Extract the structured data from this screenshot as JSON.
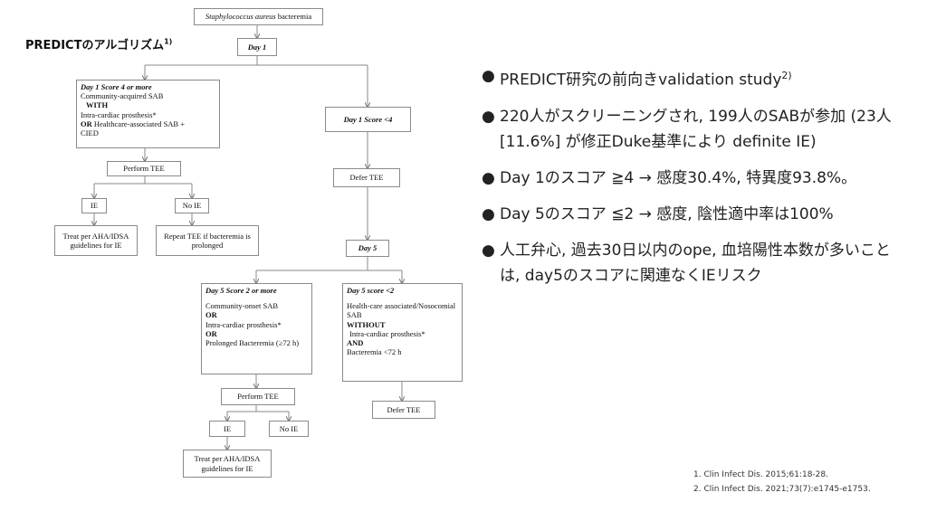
{
  "slide": {
    "title": "PREDICTのアルゴリズム",
    "title_sup": "1)"
  },
  "flow": {
    "start_italic": "Staphylococcus aureus",
    "start_rest": " bacteremia",
    "day1": "Day 1",
    "d1_high": {
      "heading": "Day 1 Score 4 or more",
      "l1": "Community-acquired SAB",
      "l2": "WITH",
      "l3": "Intra-cardiac prosthesis*",
      "l4_bold": "OR",
      "l4_rest": " Healthcare-associated SAB +",
      "l5": "CIED"
    },
    "d1_low": "Day 1 Score <4",
    "perform_tee_1": "Perform TEE",
    "ie_1": "IE",
    "no_ie_1": "No IE",
    "treat_1": "Treat per AHA/IDSA guidelines for IE",
    "repeat_tee": "Repeat TEE if bacteremia is prolonged",
    "defer_tee_1": "Defer TEE",
    "day5": "Day 5",
    "d5_high": {
      "heading": "Day 5 Score 2 or more",
      "l1": "Community-onset SAB",
      "l2": "OR",
      "l3": "Intra-cardiac prosthesis*",
      "l4": "OR",
      "l5": "Prolonged Bacteremia (≥72 h)"
    },
    "d5_low": {
      "heading": "Day 5 score <2",
      "l1": "Health-care associated/Nosocomial SAB",
      "l2": "WITHOUT",
      "l3": "Intra-cardiac prosthesis*",
      "l4": "AND",
      "l5": "Bacteremia <72 h"
    },
    "perform_tee_2": "Perform TEE",
    "ie_2": "IE",
    "no_ie_2": "No IE",
    "treat_2": "Treat per AHA/IDSA guidelines for IE",
    "defer_tee_2": "Defer TEE"
  },
  "bullets": [
    {
      "text": "PREDICT研究の前向きvalidation study",
      "sup": "2)"
    },
    {
      "text": "220人がスクリーニングされ, 199人のSABが参加 (23人 [11.6%] が修正Duke基準により definite IE)"
    },
    {
      "text": "Day 1のスコア ≧4 → 感度30.4%, 特異度93.8%。"
    },
    {
      "text": "Day 5のスコア ≦2 → 感度, 陰性適中率は100%"
    },
    {
      "text": "人工弁心, 過去30日以内のope, 血培陽性本数が多いことは, day5のスコアに関連なくIEリスク"
    }
  ],
  "bullet_symbol": "●",
  "references": [
    "1.  Clin Infect Dis. 2015;61:18-28.",
    "2.  Clin Infect Dis. 2021;73(7):e1745-e1753."
  ]
}
